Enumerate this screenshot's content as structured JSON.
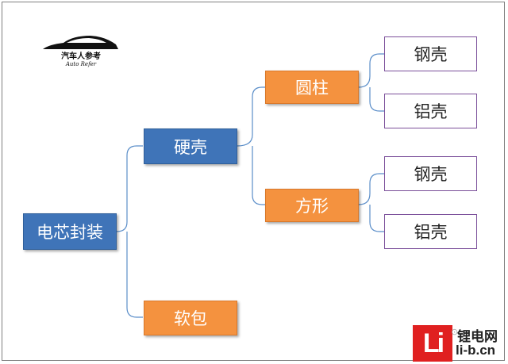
{
  "logo": {
    "cn_text": "汽车人参考",
    "en_text": "Auto Refer"
  },
  "tree": {
    "root": "电芯封装",
    "hard_shell": "硬壳",
    "soft_pack": "软包",
    "cylinder": "圆柱",
    "prismatic": "方形",
    "cylinder_steel": "钢壳",
    "cylinder_aluminum": "铝壳",
    "prismatic_steel": "钢壳",
    "prismatic_aluminum": "铝壳"
  },
  "watermark": {
    "mark": "Li",
    "name": "锂电网",
    "url": "li-b.cn",
    "wechat": "⊙"
  },
  "colors": {
    "blue": "#3f74b8",
    "orange": "#f4923f",
    "leaf_border": "#7b4f9a",
    "connector": "#5b8ec9"
  }
}
